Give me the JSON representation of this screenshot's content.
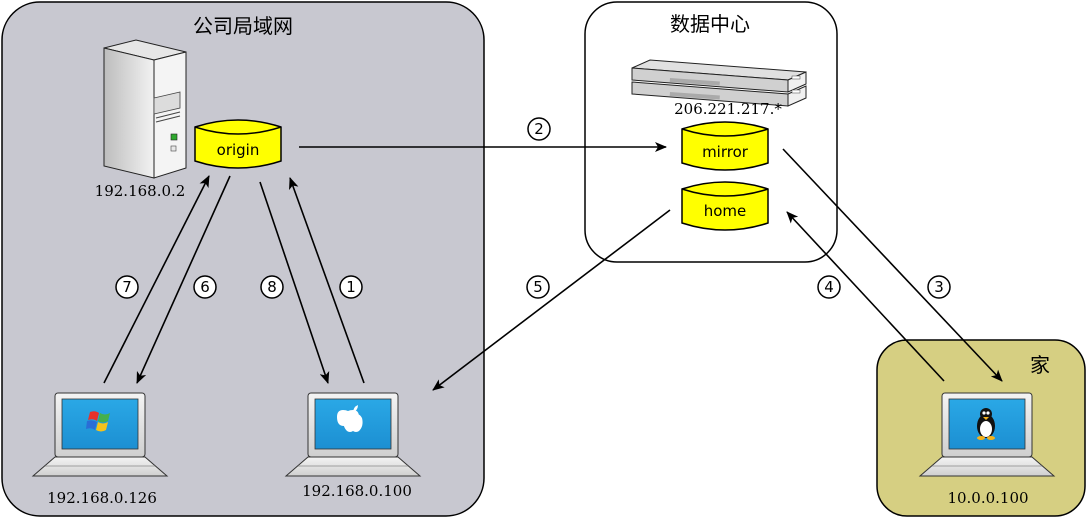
{
  "zones": {
    "lan": {
      "title": "公司局域网",
      "fill": "#c8c8d0"
    },
    "datacenter": {
      "title": "数据中心",
      "fill": "#ffffff"
    },
    "home": {
      "title": "家",
      "fill": "#d6cf82"
    }
  },
  "repos": {
    "origin": "origin",
    "mirror": "mirror",
    "home": "home",
    "color": "#ffff00"
  },
  "hosts": {
    "origin_server_ip": "192.168.0.2",
    "datacenter_ip": "206.221.217.*",
    "windows_laptop_ip": "192.168.0.126",
    "mac_laptop_ip": "192.168.0.100",
    "linux_laptop_ip": "10.0.0.100"
  },
  "steps": [
    "1",
    "2",
    "3",
    "4",
    "5",
    "6",
    "7",
    "8"
  ],
  "icons": {
    "server": "tower-server-icon",
    "rack": "rack-server-icon",
    "windows": "windows-logo-icon",
    "apple": "apple-logo-icon",
    "linux": "tux-penguin-icon"
  }
}
